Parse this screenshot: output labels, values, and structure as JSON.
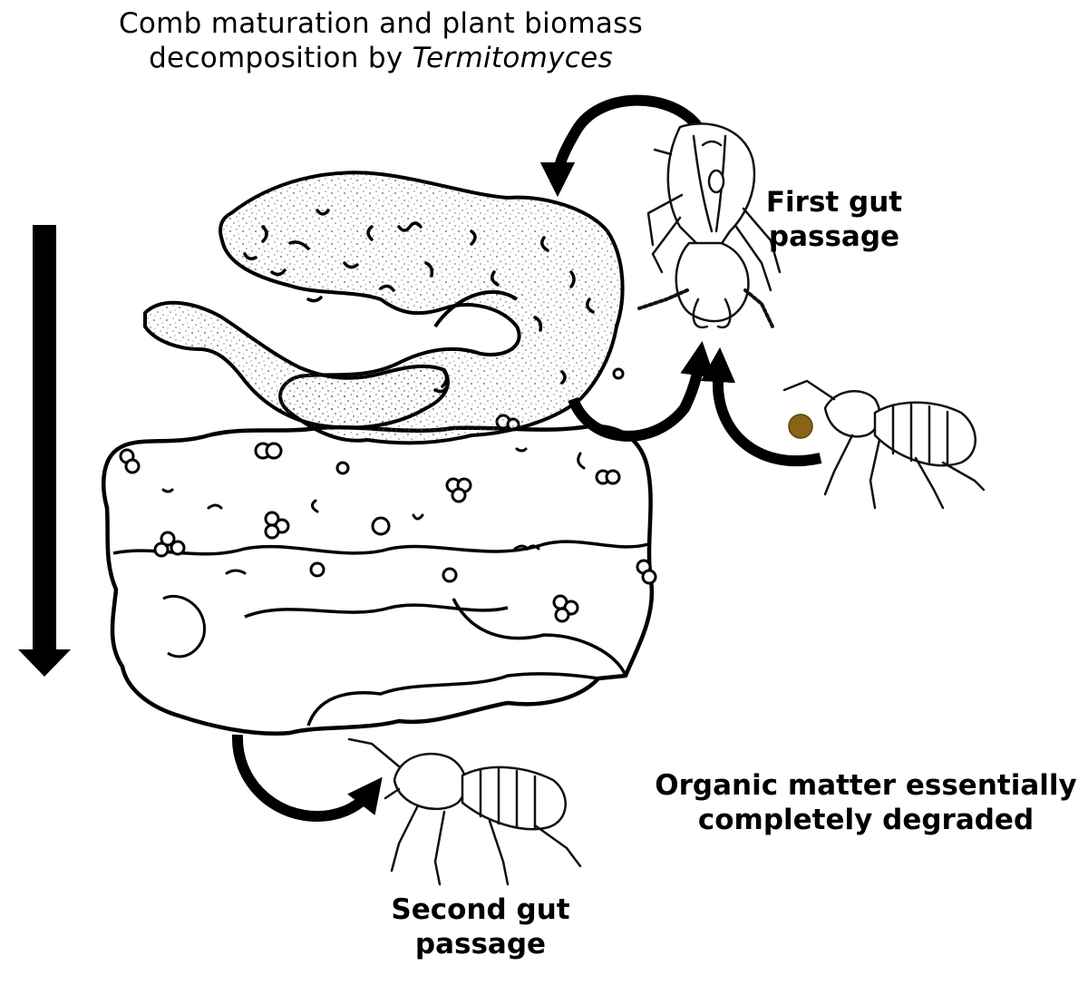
{
  "diagram": {
    "title_line1": "Comb maturation and plant biomass",
    "title_line2_prefix": "decomposition by",
    "title_line2_italic": "Termitomyces",
    "first_gut_line1": "First gut",
    "first_gut_line2": "passage",
    "organic_line1": "Organic matter essentially",
    "organic_line2": "completely degraded",
    "second_gut_line1": "Second gut",
    "second_gut_line2": "passage"
  },
  "colors": {
    "ink": "#000000",
    "food_ball": "#8a6414",
    "background": "#ffffff"
  }
}
